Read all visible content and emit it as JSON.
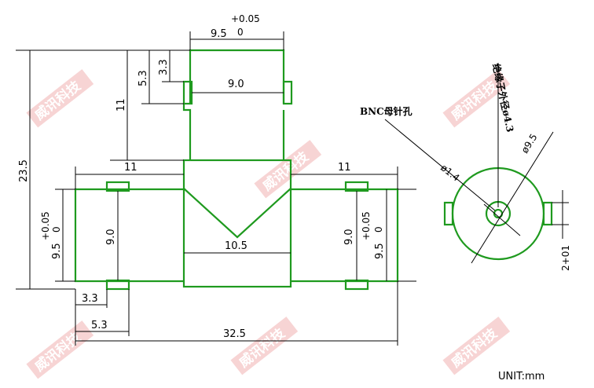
{
  "watermarks": [
    "威讯科技",
    "威讯科技",
    "威讯科技",
    "威讯科技",
    "威讯科技",
    "威讯科技"
  ],
  "dims": {
    "top_width": "9.5",
    "top_tol_plus": "+0.05",
    "top_tol_zero": "0",
    "top_53": "5.3",
    "top_33": "3.3",
    "top_90": "9.0",
    "top_11": "11",
    "overall_h": "23.5",
    "left_11": "11",
    "right_11": "11",
    "left_tol_plus": "+0.05",
    "left_tol_zero": "0",
    "left_95": "9.5",
    "left_90": "9.0",
    "right_90": "9.0",
    "right_tol_plus": "+0.05",
    "right_tol_zero": "0",
    "right_95": "9.5",
    "center_105": "10.5",
    "bot_33": "3.3",
    "bot_53": "5.3",
    "overall_w": "32.5",
    "phi14": "ø1.4",
    "phi95": "ø9.5",
    "phi43": "ø4.3",
    "slot": "2+01"
  },
  "labels": {
    "bnc": "BNC母针孔",
    "insulator": "绝缘子外径ø4.3",
    "unit": "UNIT:mm"
  }
}
